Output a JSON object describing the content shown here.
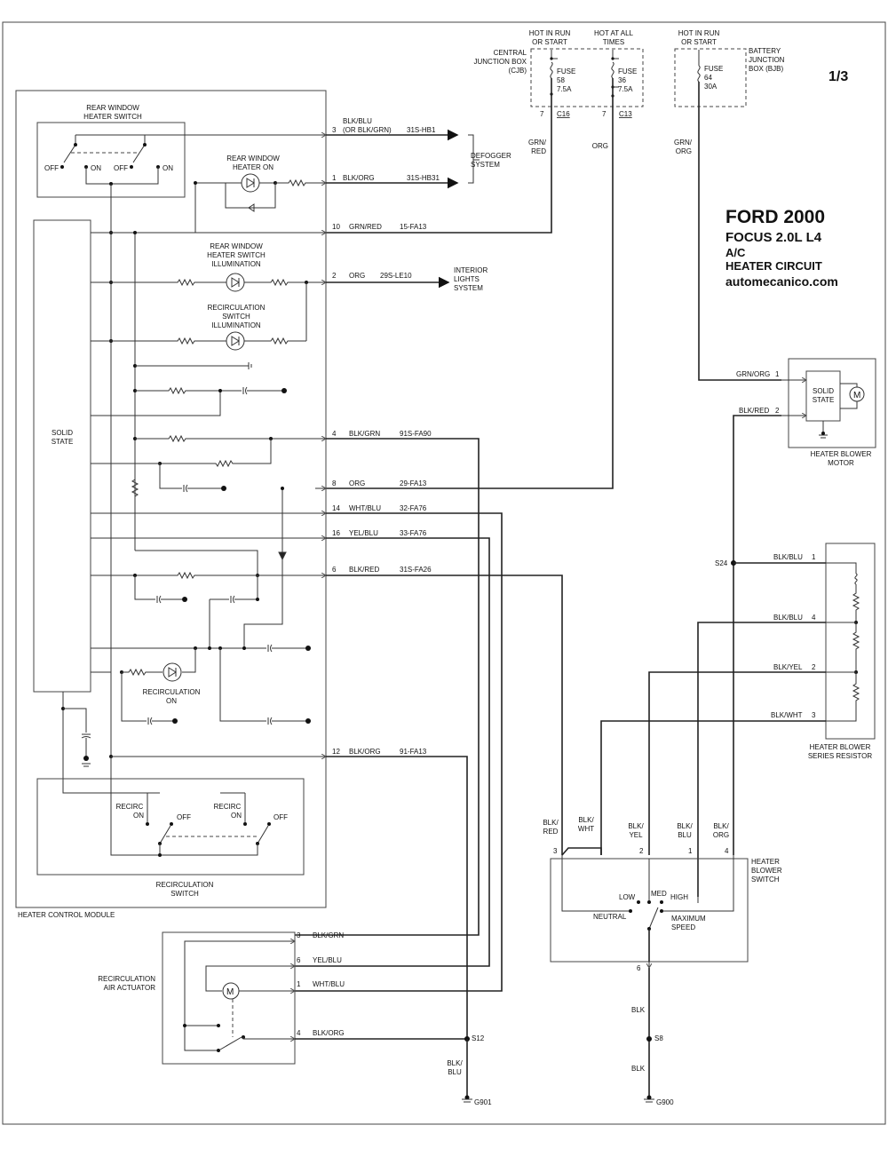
{
  "page_label": "1/3",
  "title": {
    "make": "FORD 2000",
    "model": "FOCUS 2.0L  L4",
    "system": "A/C",
    "circuit": "HEATER CIRCUIT",
    "site": "automecanico.com"
  },
  "power": {
    "hot_run_start_1": [
      "HOT IN RUN",
      "OR START"
    ],
    "hot_all_times": [
      "HOT AT ALL",
      "TIMES"
    ],
    "hot_run_start_2": [
      "HOT IN RUN",
      "OR START"
    ],
    "cjb": [
      "CENTRAL",
      "JUNCTION BOX",
      "(CJB)"
    ],
    "bjb": [
      "BATTERY",
      "JUNCTION",
      "BOX (BJB)"
    ],
    "fuse58": [
      "FUSE",
      "58",
      "7.5A"
    ],
    "fuse36": [
      "FUSE",
      "36",
      "7.5A"
    ],
    "fuse64": [
      "FUSE",
      "64",
      "30A"
    ],
    "pin7a": "7",
    "c16": "C16",
    "pin7b": "7",
    "c13": "C13",
    "grn_red": [
      "GRN/",
      "RED"
    ],
    "org": "ORG",
    "grn_org": [
      "GRN/",
      "ORG"
    ]
  },
  "hcm": {
    "rear_window_heater_switch": [
      "REAR WINDOW",
      "HEATER SWITCH"
    ],
    "off1": "OFF",
    "on1": "ON",
    "off2": "OFF",
    "on2": "ON",
    "rear_window_heater_on": [
      "REAR WINDOW",
      "HEATER ON"
    ],
    "rw_switch_illum": [
      "REAR WINDOW",
      "HEATER SWITCH",
      "ILLUMINATION"
    ],
    "recirc_switch_illum": [
      "RECIRCULATION",
      "SWITCH",
      "ILLUMINATION"
    ],
    "solid_state": [
      "SOLID",
      "STATE"
    ],
    "recirc_on": [
      "RECIRCULATION",
      "ON"
    ],
    "recirc_on_a": [
      "RECIRC",
      "ON"
    ],
    "recirc_on_b": [
      "RECIRC",
      "ON"
    ],
    "off3": "OFF",
    "off4": "OFF",
    "recirculation_switch": [
      "RECIRCULATION",
      "SWITCH"
    ],
    "module_label": "HEATER CONTROL MODULE"
  },
  "circuits": [
    {
      "pin": "3",
      "color": "BLK/BLU",
      "alt": "(OR BLK/GRN)",
      "code": "31S-HB1"
    },
    {
      "pin": "1",
      "color": "BLK/ORG",
      "code": "31S-HB31"
    },
    {
      "pin": "10",
      "color": "GRN/RED",
      "code": "15-FA13"
    },
    {
      "pin": "2",
      "color": "ORG",
      "code": "29S-LE10"
    },
    {
      "pin": "4",
      "color": "BLK/GRN",
      "code": "91S-FA90"
    },
    {
      "pin": "8",
      "color": "ORG",
      "code": "29-FA13"
    },
    {
      "pin": "14",
      "color": "WHT/BLU",
      "code": "32-FA76"
    },
    {
      "pin": "16",
      "color": "YEL/BLU",
      "code": "33-FA76"
    },
    {
      "pin": "6",
      "color": "BLK/RED",
      "code": "31S-FA26"
    },
    {
      "pin": "12",
      "color": "BLK/ORG",
      "code": "91-FA13"
    }
  ],
  "destinations": {
    "defogger": [
      "DEFOGGER",
      "SYSTEM"
    ],
    "interior_lights": [
      "INTERIOR",
      "LIGHTS",
      "SYSTEM"
    ]
  },
  "blower_motor": {
    "pin1_label": "GRN/ORG",
    "pin1": "1",
    "pin2_label": "BLK/RED",
    "pin2": "2",
    "solid_state": [
      "SOLID",
      "STATE"
    ],
    "motor_symbol": "M",
    "name": [
      "HEATER BLOWER",
      "MOTOR"
    ]
  },
  "resistor": {
    "s24": "S24",
    "rows": [
      {
        "color": "BLK/BLU",
        "pin": "1"
      },
      {
        "color": "BLK/BLU",
        "pin": "4"
      },
      {
        "color": "BLK/YEL",
        "pin": "2"
      },
      {
        "color": "BLK/WHT",
        "pin": "3"
      }
    ],
    "name": [
      "HEATER BLOWER",
      "SERIES RESISTOR"
    ]
  },
  "blower_switch": {
    "wire_labels": [
      [
        "BLK/",
        "RED"
      ],
      [
        "BLK/",
        "WHT"
      ],
      [
        "BLK/",
        "YEL"
      ],
      [
        "BLK/",
        "BLU"
      ],
      [
        "BLK/",
        "ORG"
      ]
    ],
    "pins": [
      "3",
      "2",
      "1",
      "4"
    ],
    "positions": {
      "low": "LOW",
      "med": "MED",
      "high": "HIGH",
      "neutral": "NEUTRAL",
      "max": [
        "MAXIMUM",
        "SPEED"
      ]
    },
    "name": [
      "HEATER",
      "BLOWER",
      "SWITCH"
    ],
    "pin6": "6",
    "blk1": "BLK",
    "s8": "S8",
    "blk2": "BLK",
    "g900": "G900"
  },
  "actuator": {
    "name": [
      "RECIRCULATION",
      "AIR ACTUATOR"
    ],
    "motor_symbol": "M",
    "rows": [
      {
        "pin": "3",
        "color": "BLK/GRN"
      },
      {
        "pin": "6",
        "color": "YEL/BLU"
      },
      {
        "pin": "1",
        "color": "WHT/BLU"
      },
      {
        "pin": "4",
        "color": "BLK/ORG"
      }
    ],
    "s12": "S12",
    "blk_blu": [
      "BLK/",
      "BLU"
    ],
    "g901": "G901"
  }
}
